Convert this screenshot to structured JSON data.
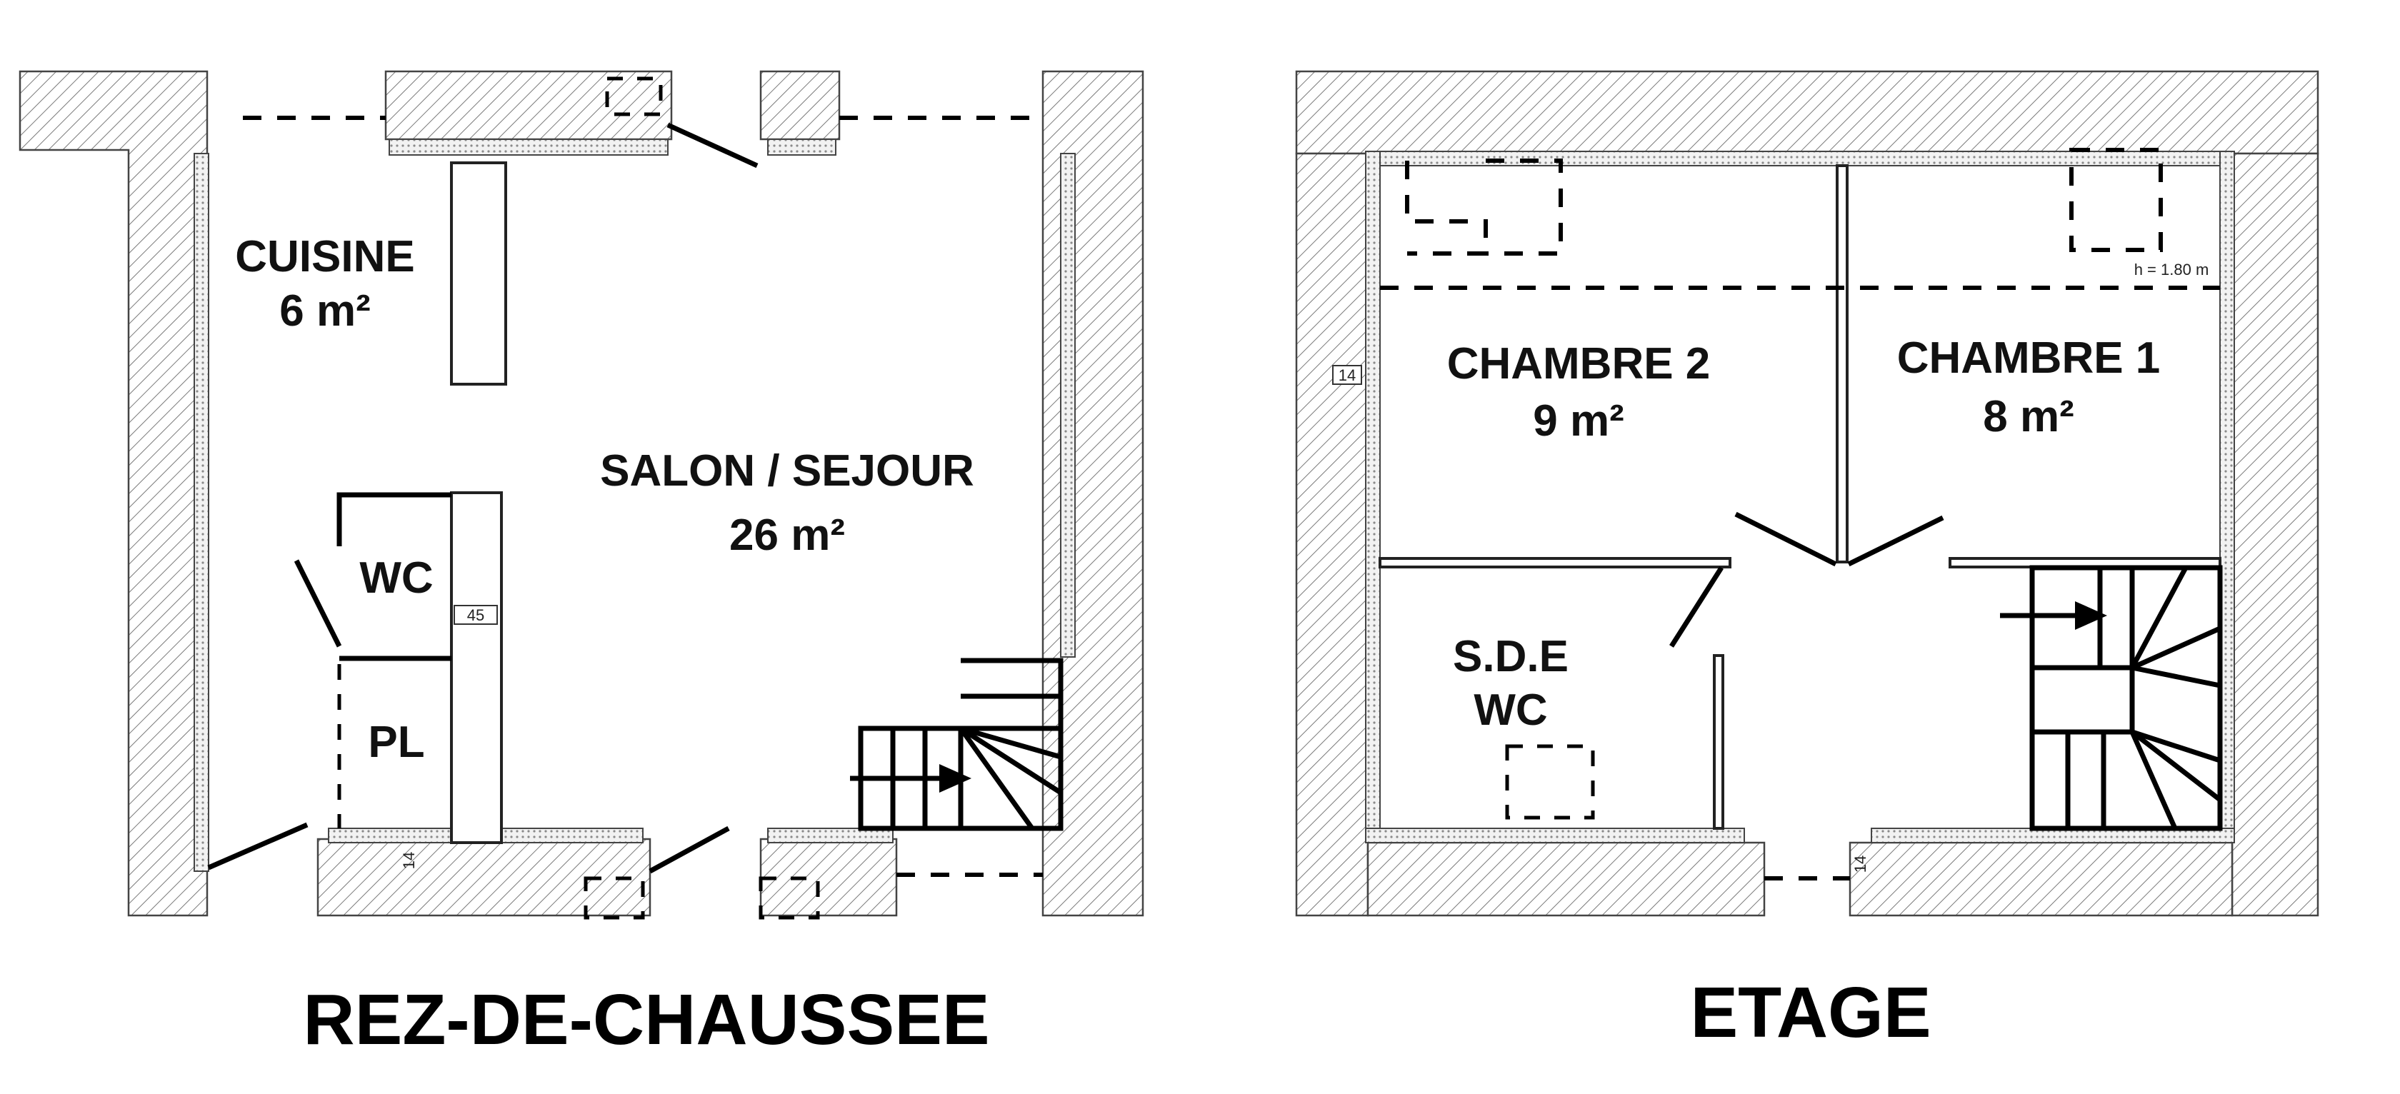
{
  "ground_floor": {
    "title": "REZ-DE-CHAUSSEE",
    "rooms": {
      "cuisine": {
        "name": "CUISINE",
        "area": "6 m²"
      },
      "salon": {
        "name": "SALON / SEJOUR",
        "area": "26 m²"
      },
      "wc": {
        "name": "WC"
      },
      "pl": {
        "name": "PL"
      }
    },
    "dims": {
      "partition": "45",
      "wall": "14"
    }
  },
  "upper_floor": {
    "title": "ETAGE",
    "rooms": {
      "chambre2": {
        "name": "CHAMBRE 2",
        "area": "9 m²"
      },
      "chambre1": {
        "name": "CHAMBRE 1",
        "area": "8 m²"
      },
      "sde": {
        "line1": "S.D.E",
        "line2": "WC"
      }
    },
    "dims": {
      "wall_left": "14",
      "wall_bottom": "14",
      "height_note": "h = 1.80 m"
    }
  }
}
